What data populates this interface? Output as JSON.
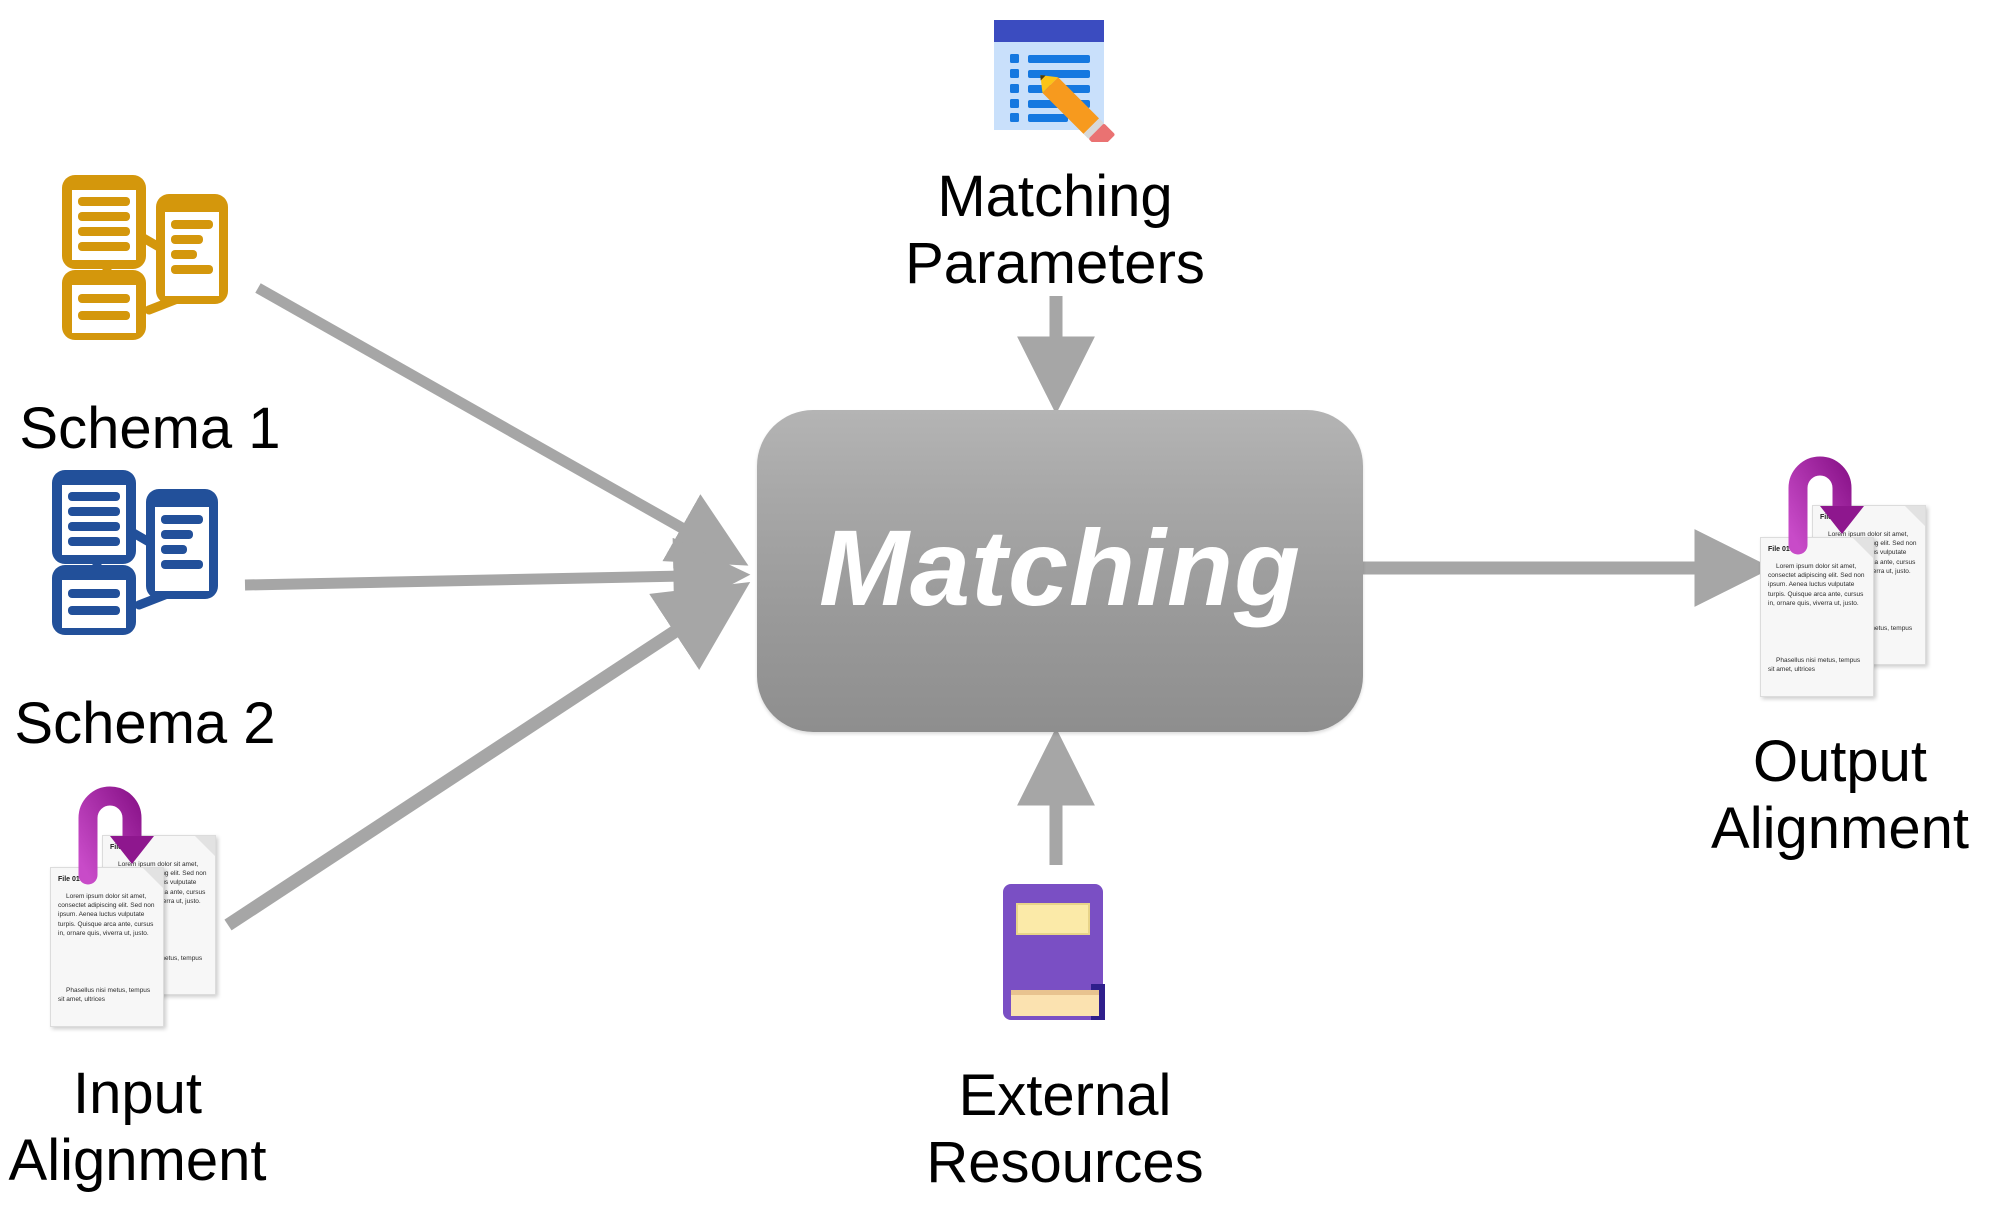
{
  "diagram": {
    "title_node": {
      "label": "Matching",
      "fill_from": "#b4b4b4",
      "fill_to": "#8e8e8e",
      "text_color": "#ffffff"
    },
    "inputs": [
      {
        "id": "schema-1",
        "label": "Schema 1",
        "icon": "schema-graph-icon",
        "color": "#d4970c"
      },
      {
        "id": "schema-2",
        "label": "Schema 2",
        "icon": "schema-graph-icon",
        "color": "#22509a"
      },
      {
        "id": "input-alignment",
        "label": "Input\nAlignment",
        "icon": "document-stack-alignment-icon",
        "color": "#a8269f"
      }
    ],
    "controls": [
      {
        "id": "matching-parameters",
        "label": "Matching\nParameters",
        "icon": "list-edit-icon",
        "color": "#3b4cc0"
      },
      {
        "id": "external-resources",
        "label": "External\nResources",
        "icon": "book-icon",
        "color": "#7a4fc4"
      }
    ],
    "outputs": [
      {
        "id": "output-alignment",
        "label": "Output\nAlignment",
        "icon": "document-stack-alignment-icon",
        "color": "#a8269f"
      }
    ],
    "arrow_color": "#a6a6a6",
    "document": {
      "file_01_title": "File 01",
      "file_02_title": "File 02",
      "paragraph_1": "Lorem ipsum dolor sit amet, consectet adipiscing elit. Sed non ipsum. Aenea luctus vulputate turpis. Quisque arca ante, cursus in, ornare quis, viverra ut, justo.",
      "paragraph_2": "Phasellus nisi metus, tempus sit amet, ultrices"
    }
  }
}
